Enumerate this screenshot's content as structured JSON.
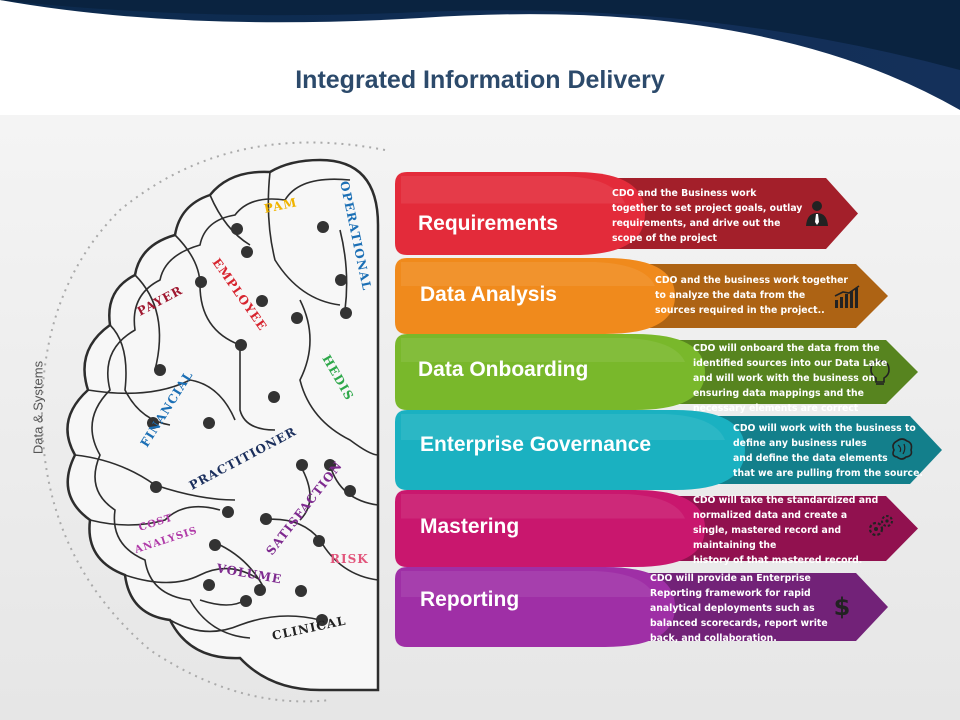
{
  "header": {
    "title": "Integrated Information Delivery"
  },
  "side_label": "Data & Systems",
  "brain_words": {
    "pam": "PAM",
    "operational": "OPERATIONAL",
    "employee": "EMPLOYEE",
    "payer": "PAYER",
    "hedis": "HEDIS",
    "financial": "FINANCIAL",
    "practitioner": "PRACTITIONER",
    "satisfaction": "SATISFACTION",
    "cost": "COST",
    "analysis": "ANALYSIS",
    "risk": "RISK",
    "volume": "VOLUME",
    "clinical": "CLINICAL"
  },
  "steps": [
    {
      "title": "Requirements",
      "color": "#e32b3a",
      "icon": "businessman-icon",
      "lines": [
        "CDO and the Business work",
        "together to set project goals, outlay",
        "requirements,  and drive out the",
        "scope of the project"
      ]
    },
    {
      "title": "Data Analysis",
      "color": "#f08a1c",
      "icon": "bar-chart-icon",
      "lines": [
        "CDO and the business work together",
        "to analyze the data from the",
        "sources required in the project.."
      ]
    },
    {
      "title": "Data Onboarding",
      "color": "#79b82b",
      "icon": "lightbulb-icon",
      "lines": [
        "CDO will onboard the data from the",
        "identified sources into our Data Lake",
        "and will work with the business on",
        "ensuring data mappings and the",
        "necessary elements are correct"
      ]
    },
    {
      "title": "Enterprise Governance",
      "color": "#1ab1c1",
      "icon": "brain-icon",
      "lines": [
        "CDO will work with the business to",
        "define any business rules",
        "and define the data elements",
        "that we are pulling from the source."
      ]
    },
    {
      "title": "Mastering",
      "color": "#c9176e",
      "icon": "gears-icon",
      "lines": [
        "CDO will take the standardized  and",
        "normalized data and create a",
        "single, mastered record and",
        "maintaining the",
        "history of that mastered record."
      ]
    },
    {
      "title": "Reporting",
      "color": "#9f2fa6",
      "icon": "dollar-icon",
      "lines": [
        "CDO will provide an Enterprise",
        "Reporting framework for rapid",
        "analytical deployments such as",
        "balanced scorecards, report write",
        "back, and collaboration."
      ]
    }
  ]
}
